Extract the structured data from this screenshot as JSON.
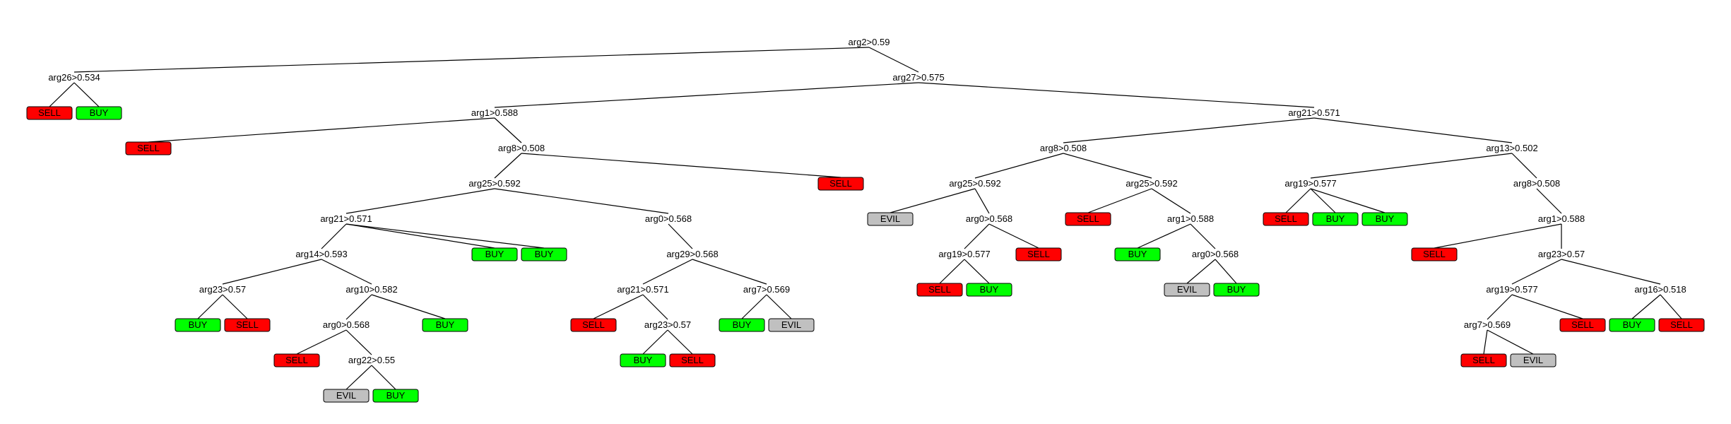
{
  "colors": {
    "SELL": "#ff0000",
    "BUY": "#00ff00",
    "EVIL": "#c0c0c0",
    "leaf_border": "#000000",
    "edge": "#000000"
  },
  "tree": {
    "label": "arg2>0.59",
    "children": [
      {
        "label": "arg26>0.534",
        "children": [
          {
            "leaf": "SELL"
          },
          {
            "leaf": "BUY"
          }
        ]
      },
      {
        "label": "arg27>0.575",
        "children": [
          {
            "label": "arg1>0.588",
            "children": [
              {
                "leaf": "SELL"
              },
              {
                "label": "arg8>0.508",
                "children": [
                  {
                    "label": "arg25>0.592",
                    "children": [
                      {
                        "label": "arg21>0.571",
                        "children": [
                          {
                            "label": "arg14>0.593",
                            "children": [
                              {
                                "label": "arg23>0.57",
                                "children": [
                                  {
                                    "leaf": "BUY"
                                  },
                                  {
                                    "leaf": "SELL"
                                  }
                                ]
                              },
                              {
                                "label": "arg10>0.582",
                                "children": [
                                  {
                                    "label": "arg0>0.568",
                                    "children": [
                                      {
                                        "leaf": "SELL"
                                      },
                                      {
                                        "label": "arg22>0.55",
                                        "children": [
                                          {
                                            "leaf": "EVIL"
                                          },
                                          {
                                            "leaf": "BUY"
                                          }
                                        ]
                                      }
                                    ]
                                  },
                                  {
                                    "leaf": "BUY"
                                  }
                                ]
                              }
                            ]
                          },
                          {
                            "leaf": "BUY"
                          },
                          {
                            "leaf": "BUY"
                          }
                        ]
                      },
                      {
                        "label": "arg0>0.568",
                        "children": [
                          {
                            "label": "arg29>0.568",
                            "children": [
                              {
                                "label": "arg21>0.571",
                                "children": [
                                  {
                                    "leaf": "SELL"
                                  },
                                  {
                                    "label": "arg23>0.57",
                                    "children": [
                                      {
                                        "leaf": "BUY"
                                      },
                                      {
                                        "leaf": "SELL"
                                      }
                                    ]
                                  }
                                ]
                              },
                              {
                                "label": "arg7>0.569",
                                "children": [
                                  {
                                    "leaf": "BUY"
                                  },
                                  {
                                    "leaf": "EVIL"
                                  }
                                ]
                              }
                            ]
                          }
                        ]
                      }
                    ]
                  },
                  {
                    "leaf": "SELL"
                  }
                ]
              }
            ]
          },
          {
            "label": "arg21>0.571",
            "children": [
              {
                "label": "arg8>0.508",
                "children": [
                  {
                    "label": "arg25>0.592",
                    "children": [
                      {
                        "leaf": "EVIL"
                      },
                      {
                        "label": "arg0>0.568",
                        "children": [
                          {
                            "label": "arg19>0.577",
                            "children": [
                              {
                                "leaf": "SELL"
                              },
                              {
                                "leaf": "BUY"
                              }
                            ]
                          },
                          {
                            "leaf": "SELL"
                          }
                        ]
                      }
                    ]
                  },
                  {
                    "label": "arg25>0.592",
                    "children": [
                      {
                        "leaf": "SELL"
                      },
                      {
                        "label": "arg1>0.588",
                        "children": [
                          {
                            "leaf": "BUY"
                          },
                          {
                            "label": "arg0>0.568",
                            "children": [
                              {
                                "leaf": "EVIL"
                              },
                              {
                                "leaf": "BUY"
                              }
                            ]
                          }
                        ]
                      }
                    ]
                  }
                ]
              },
              {
                "label": "arg13>0.502",
                "children": [
                  {
                    "label": "arg19>0.577",
                    "children": [
                      {
                        "leaf": "SELL"
                      },
                      {
                        "leaf": "BUY"
                      },
                      {
                        "leaf": "BUY"
                      }
                    ]
                  },
                  {
                    "label": "arg8>0.508",
                    "children": [
                      {
                        "label": "arg1>0.588",
                        "children": [
                          {
                            "leaf": "SELL"
                          },
                          {
                            "label": "arg23>0.57",
                            "children": [
                              {
                                "label": "arg19>0.577",
                                "children": [
                                  {
                                    "label": "arg7>0.569",
                                    "children": [
                                      {
                                        "leaf": "SELL"
                                      },
                                      {
                                        "leaf": "EVIL"
                                      }
                                    ]
                                  },
                                  {
                                    "leaf": "SELL"
                                  }
                                ]
                              },
                              {
                                "label": "arg16>0.518",
                                "children": [
                                  {
                                    "leaf": "BUY"
                                  },
                                  {
                                    "leaf": "SELL"
                                  }
                                ]
                              }
                            ]
                          }
                        ]
                      }
                    ]
                  }
                ]
              }
            ]
          }
        ]
      }
    ]
  }
}
